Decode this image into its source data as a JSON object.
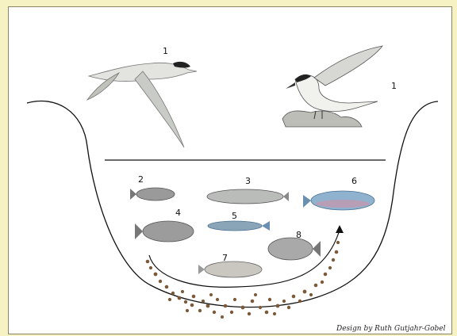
{
  "colors": {
    "background": "#f7f2c4",
    "panel": "#ffffff",
    "line": "#111111",
    "fish_grey": "#9a9a9a",
    "fish_blue": "#6a8fb0",
    "sediment": "#7a5a3a"
  },
  "labels": {
    "bird_flying": "1",
    "bird_perched": "1",
    "fish_2": "2",
    "fish_3": "3",
    "fish_4": "4",
    "fish_5": "5",
    "fish_6": "6",
    "fish_7": "7",
    "fish_8": "8"
  },
  "credit": "Design by Ruth Gutjahr-Gobel"
}
